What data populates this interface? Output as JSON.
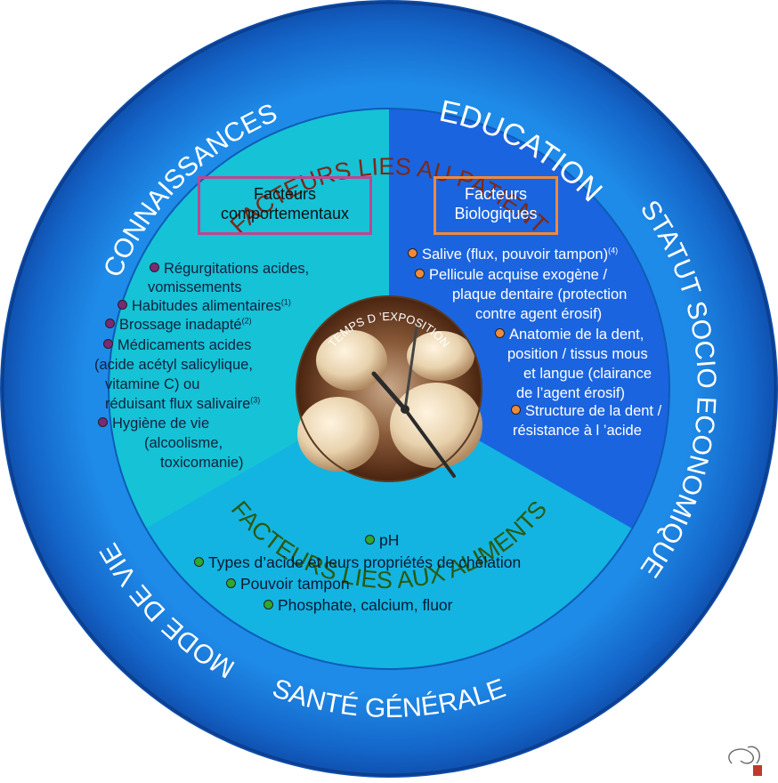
{
  "outer_ring": {
    "top": "EDUCATION",
    "left_top": "CONNAISSANCES",
    "right": "STATUT SOCIO ECONOMIQUE",
    "left_bottom": "MODE DE VIE",
    "bottom": "SANTÉ GÉNÉRALE"
  },
  "sectors": {
    "patient_title": "FACTEURS LIES AU PATIENT",
    "food_title": "FACTEURS LIES AUX ALIMENTS"
  },
  "center": {
    "label": "TEMPS D ’EXPOSITION"
  },
  "behavioral": {
    "title_line1": "Facteurs",
    "title_line2": "comportementaux",
    "items": [
      {
        "text": "Régurgitations acides,",
        "bullet": true
      },
      {
        "text": "vomissements",
        "bullet": false
      },
      {
        "text": "Habitudes alimentaires",
        "sup": "(1)",
        "bullet": true
      },
      {
        "text": "Brossage inadapté",
        "sup": "(2)",
        "bullet": true
      },
      {
        "text": "Médicaments acides",
        "bullet": true
      },
      {
        "text": "(acide acétyl salicylique,",
        "bullet": false
      },
      {
        "text": "vitamine C) ou",
        "bullet": false
      },
      {
        "text": "réduisant flux salivaire",
        "sup": "(3)",
        "bullet": false
      },
      {
        "text": "Hygiène de vie",
        "bullet": true
      },
      {
        "text": "(alcoolisme,",
        "bullet": false
      },
      {
        "text": "toxicomanie)",
        "bullet": false
      }
    ]
  },
  "biological": {
    "title_line1": "Facteurs",
    "title_line2": "Biologiques",
    "items": [
      {
        "text": "Salive (flux, pouvoir tampon)",
        "sup": "(4)",
        "bullet": true
      },
      {
        "text": "Pellicule acquise exogène  /",
        "bullet": true
      },
      {
        "text": "plaque dentaire (protection",
        "bullet": false
      },
      {
        "text": "contre agent érosif)",
        "bullet": false
      },
      {
        "text": "Anatomie de la dent,",
        "bullet": true
      },
      {
        "text": "position / tissus mous",
        "bullet": false
      },
      {
        "text": "et langue (clairance",
        "bullet": false
      },
      {
        "text": "de l’agent érosif)",
        "bullet": false
      },
      {
        "text": "Structure de la dent /",
        "bullet": true
      },
      {
        "text": "résistance à l ’acide",
        "bullet": false
      }
    ]
  },
  "food": {
    "items": [
      {
        "text": "pH"
      },
      {
        "text": "Types d’acide et leurs propriétés de chélation"
      },
      {
        "text": "Pouvoir tampon"
      },
      {
        "text": "Phosphate, calcium, fluor"
      }
    ]
  },
  "colors": {
    "outer_ring": "#1673d6",
    "behavioral_sector": "#15c2d6",
    "biological_sector": "#1b64e0",
    "food_sector": "#13b4e2",
    "patient_title": "#7a2a18",
    "food_title": "#2a5a10",
    "purple_bullet": "#7a2a74",
    "orange_bullet": "#f08a3a",
    "green_bullet": "#2ea82e"
  }
}
